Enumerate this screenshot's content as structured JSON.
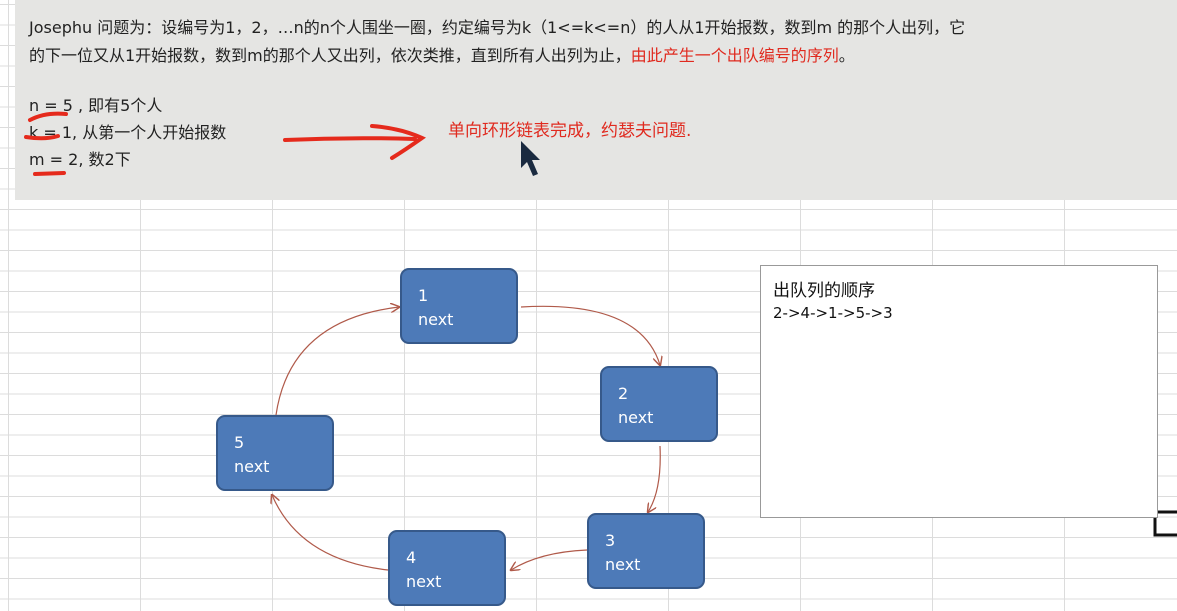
{
  "problem": {
    "line1": "Josephu 问题为：设编号为1，2，…n的n个人围坐一圈，约定编号为k（1<=k<=n）的人从1开始报数，数到m 的那个人出列，它",
    "line2_black": "的下一位又从1开始报数，数到m的那个人又出列，依次类推，直到所有人出列为止，",
    "line2_red": "由此产生一个出队编号的序列",
    "line2_end": "。",
    "n_line": "n = 5 , 即有5个人",
    "k_line": "k = 1, 从第一个人开始报数",
    "m_line": "m = 2, 数2下",
    "solution": "单向环形链表完成，约瑟夫问题."
  },
  "nodes": [
    {
      "num": "1",
      "label": "next"
    },
    {
      "num": "2",
      "label": "next"
    },
    {
      "num": "3",
      "label": "next"
    },
    {
      "num": "4",
      "label": "next"
    },
    {
      "num": "5",
      "label": "next"
    }
  ],
  "order_panel": {
    "title": "出队列的顺序",
    "sequence": "2->4->1->5->3"
  }
}
